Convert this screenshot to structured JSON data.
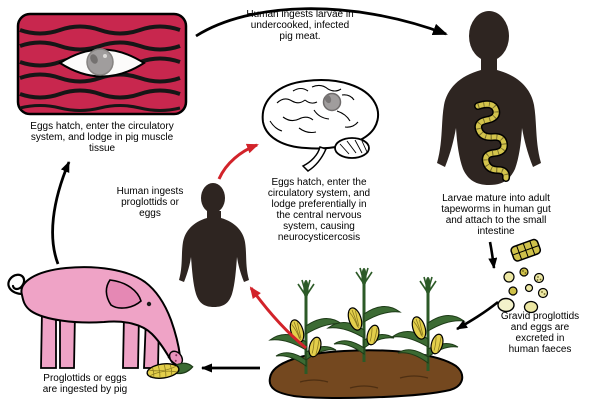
{
  "labels": {
    "ingest_larvae": {
      "text": "Human ingests larvae in undercooked, infected pig meat.",
      "lines": [
        "Human ingests larvae in",
        "undercooked, infected",
        "pig meat."
      ]
    },
    "muscle_lodging": {
      "text": "Eggs hatch, enter the circulatory system, and lodge in pig muscle tissue",
      "lines": [
        "Eggs hatch, enter the circulatory",
        "system, and lodge in pig muscle",
        "tissue"
      ]
    },
    "ingest_proglottids": {
      "text": "Human ingests proglottids or eggs",
      "lines": [
        "Human ingests",
        "proglottids or",
        "eggs"
      ]
    },
    "neurocysticercosis": {
      "text": "Eggs hatch, enter the circulatory system, and lodge preferentially in the central nervous system, causing neurocysticercosis",
      "lines": [
        "Eggs hatch, enter the",
        "circulatory system, and",
        "lodge preferentially in",
        "the central nervous",
        "system, causing",
        "neurocysticercosis"
      ]
    },
    "adult_tapeworm": {
      "text": "Larvae mature into adult tapeworms in human gut and attach to the small intestine",
      "lines": [
        "Larvae mature into adult",
        "tapeworms in human gut",
        "and attach to the small",
        "intestine"
      ]
    },
    "excreted": {
      "text": "Gravid proglottids and eggs are excreted in human faeces",
      "lines": [
        "Gravid proglottids",
        "and eggs are",
        "excreted in",
        "human faeces"
      ]
    },
    "pig_ingests": {
      "text": "Proglottids or eggs are ingested by pig",
      "lines": [
        "Proglottids or eggs",
        "are ingested by pig"
      ]
    }
  },
  "colors": {
    "muscle_red": "#c8274e",
    "pig_pink": "#efa3c6",
    "pig_pink_dark": "#e588b4",
    "silhouette_dark": "#2e2521",
    "tapeworm_yellow": "#d3c44c",
    "proglottid_yellow": "#cfc14a",
    "egg_pale": "#ece7a3",
    "egg_big_pale": "#f3f1ca",
    "corn_yellow": "#e3cf4b",
    "leaf_green": "#3c6b33",
    "soil_brown": "#74481f",
    "arrow_black": "#000000",
    "arrow_red": "#d2232a",
    "cyst_gray": "#a09d9d"
  }
}
